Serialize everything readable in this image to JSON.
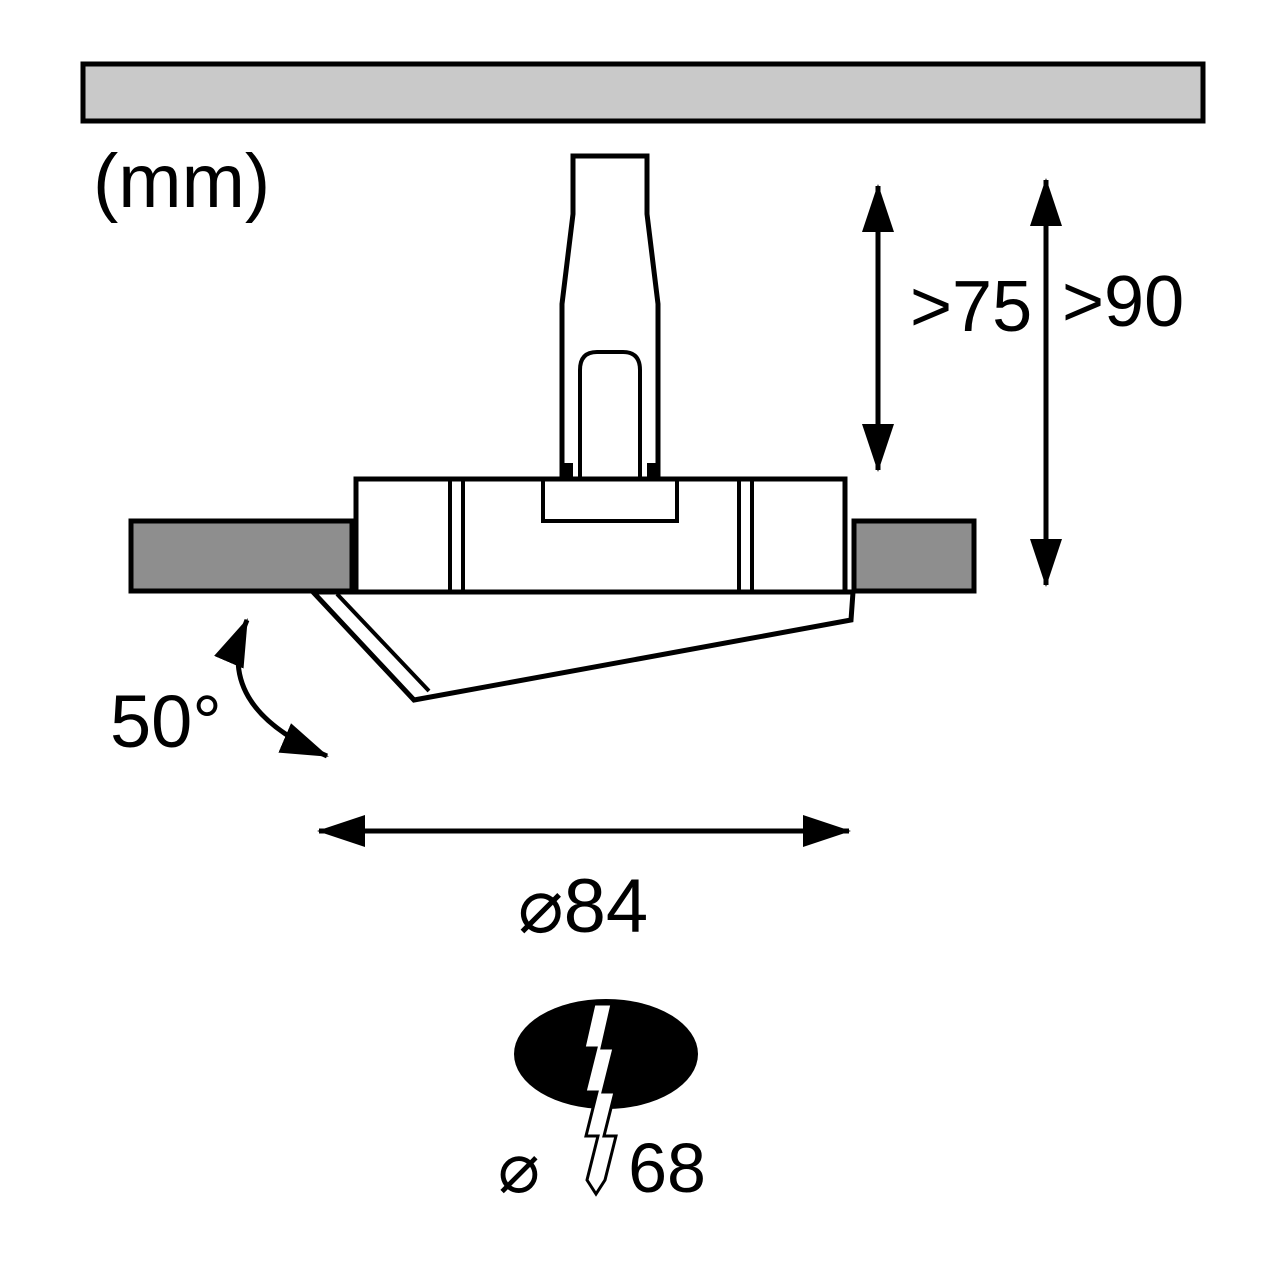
{
  "figure": {
    "unit_label": "(mm)",
    "labels": {
      "recess_depth": ">75",
      "install_depth": ">90",
      "swivel_angle": "50°",
      "outer_diameter": "⌀84",
      "cutout_symbol": "⌀",
      "cutout_value": "68"
    },
    "colors": {
      "ceiling": "#c9c9c9",
      "flange": "#8e8e8e",
      "line": "#000000",
      "hole": "#000000",
      "background": "#ffffff"
    }
  }
}
